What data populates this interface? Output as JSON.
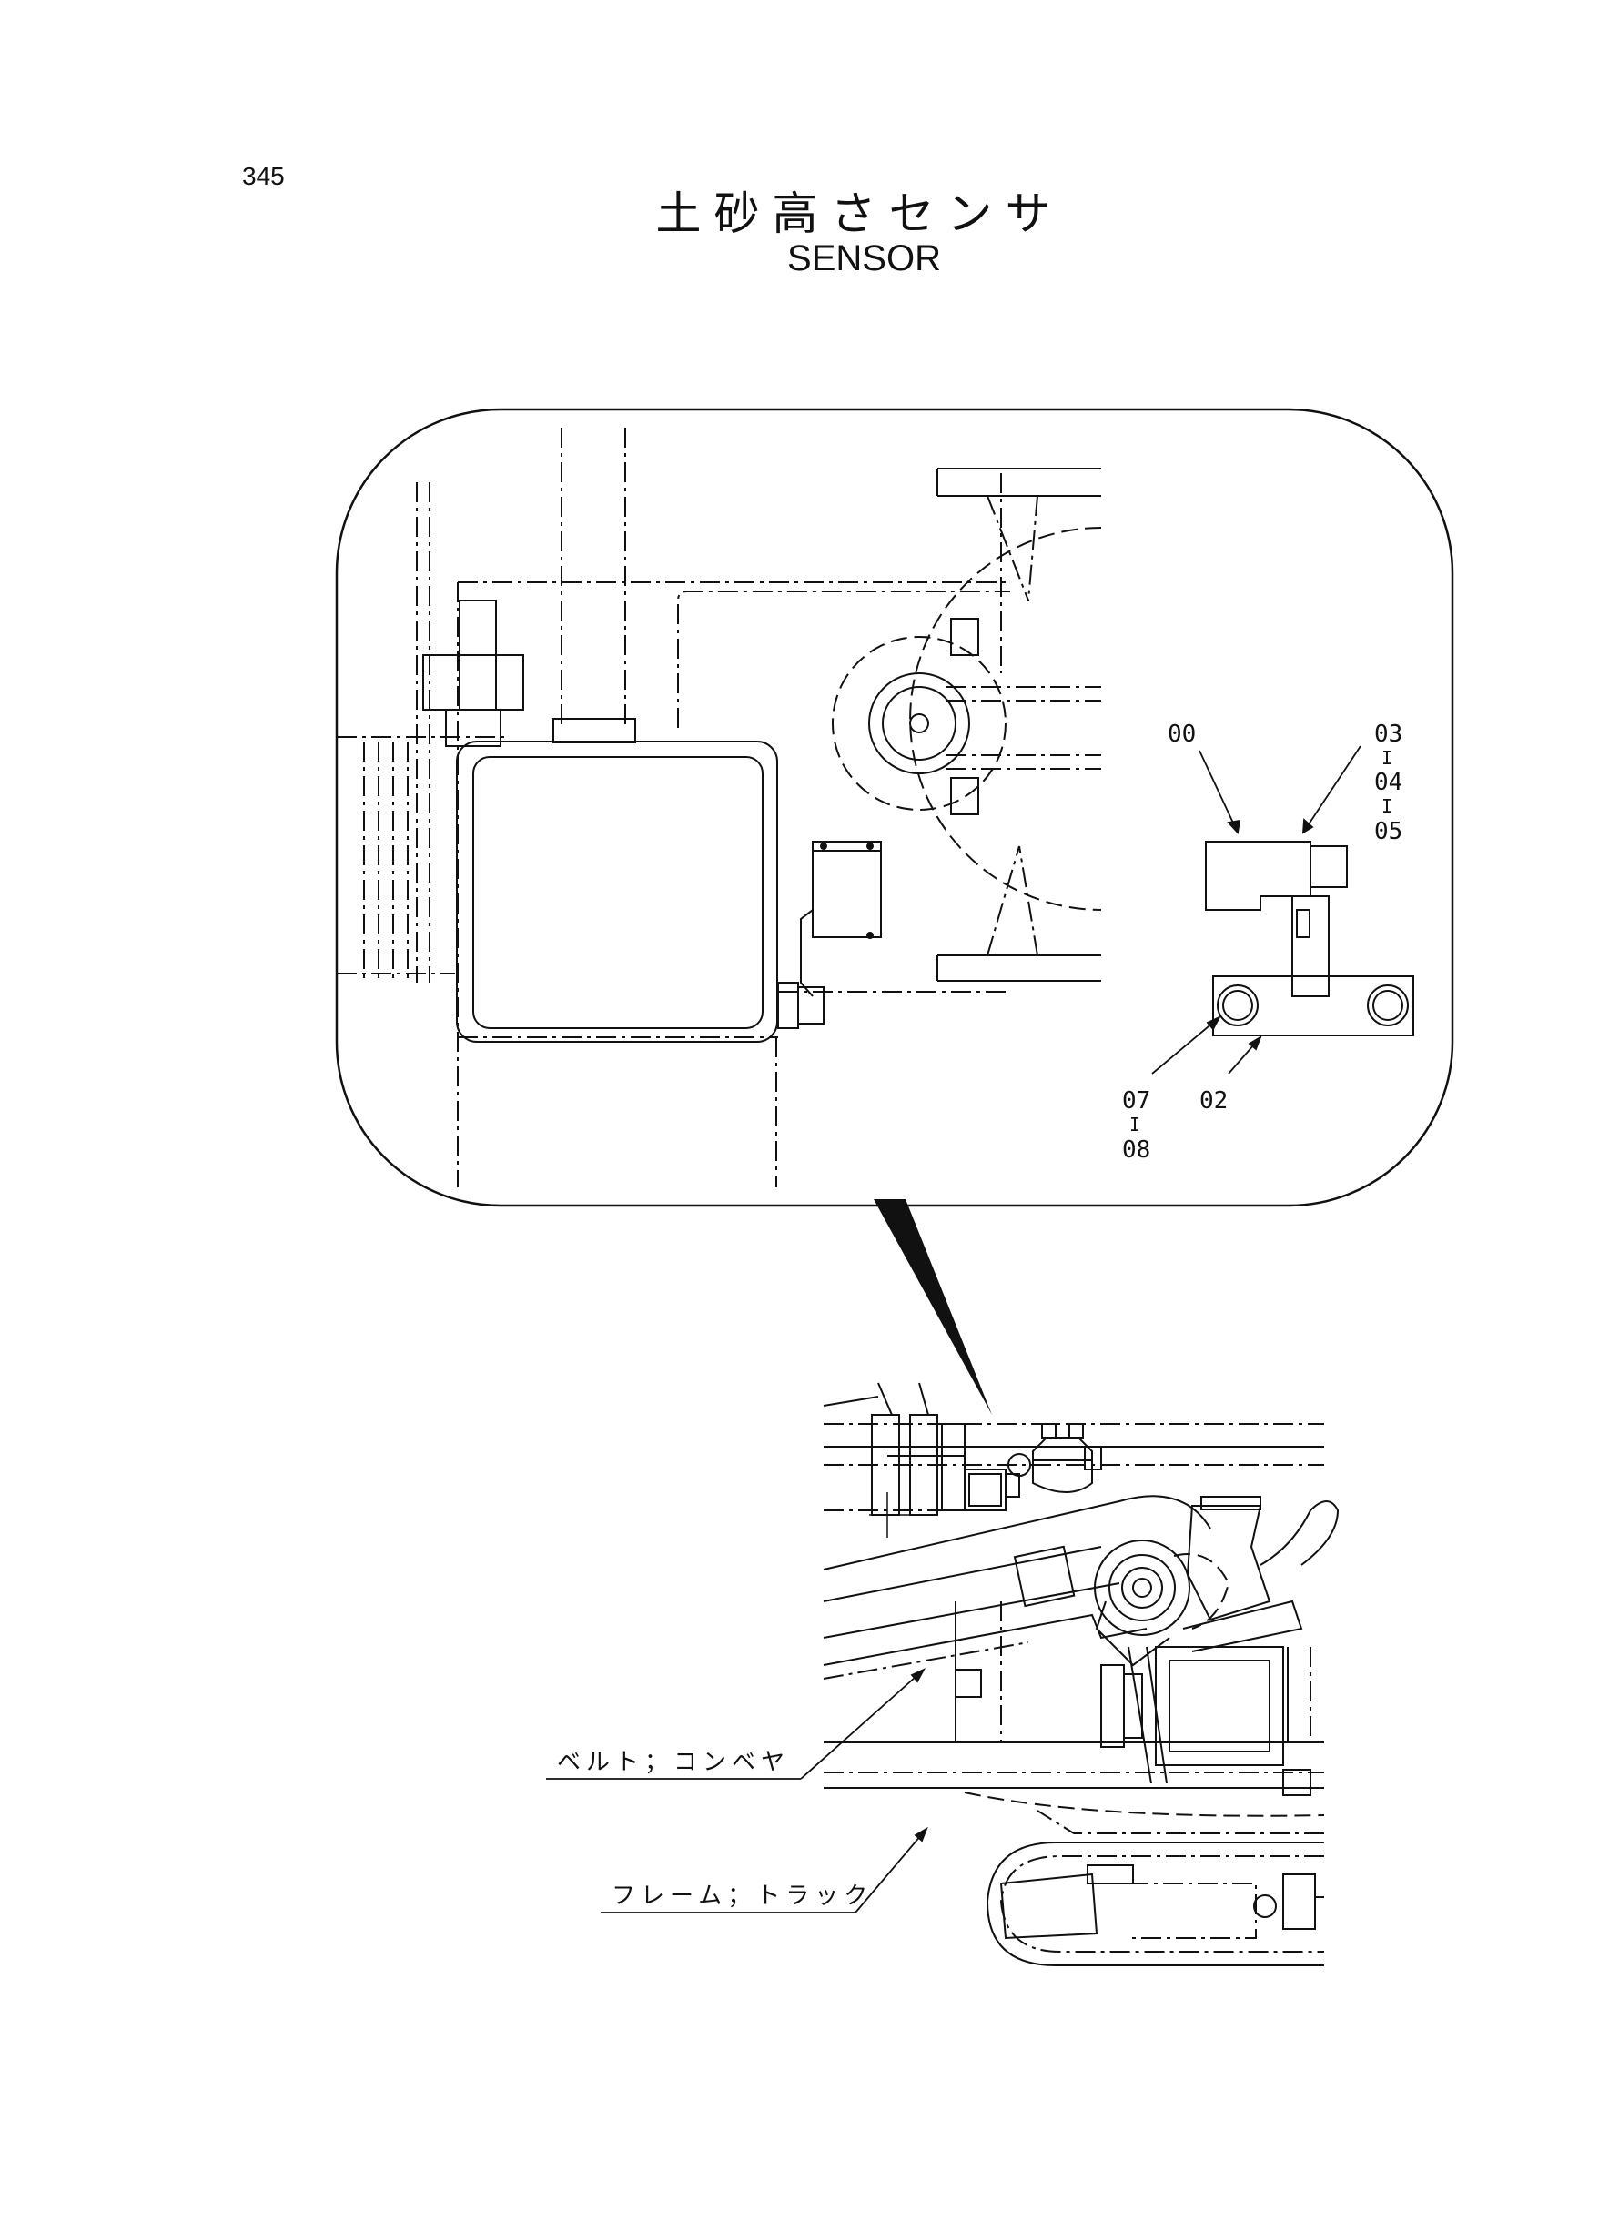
{
  "page_number": "345",
  "title_jp": "土砂高さセンサ",
  "title_en": "SENSOR",
  "callouts": {
    "c00": "00",
    "c03": "03",
    "c04": "04",
    "c05": "05",
    "c07": "07",
    "c08": "08",
    "c02": "02",
    "dash": "I"
  },
  "labels": {
    "belt_conveyor": "ベルト；コンベヤ",
    "frame_track": "フレーム；トラック"
  }
}
